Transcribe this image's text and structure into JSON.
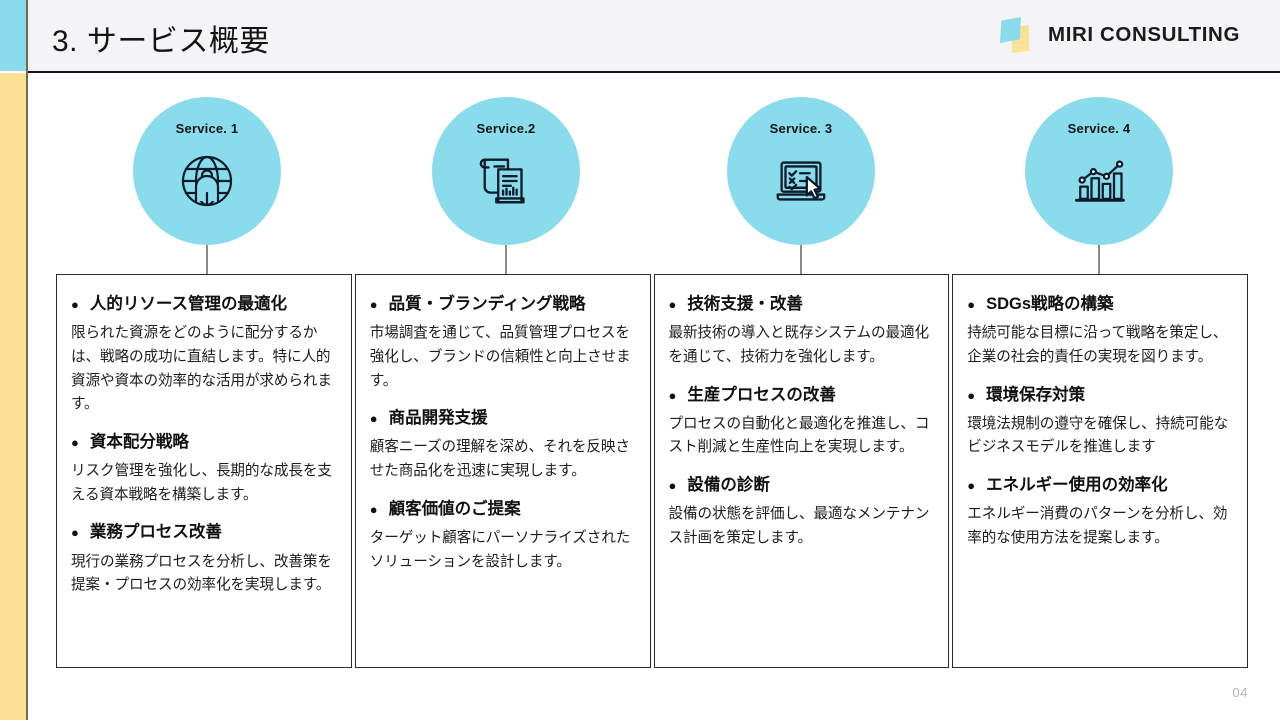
{
  "header": {
    "title": "3. サービス概要",
    "logo_text": "MIRI CONSULTING"
  },
  "colors": {
    "accent_cyan": "#8ADCEC",
    "accent_yellow": "#FBE196",
    "header_bg": "#f4f4f6",
    "text": "#141414",
    "page_number": "#b9b9bd"
  },
  "services": [
    {
      "label": "Service. 1",
      "icon": "globe-person-icon",
      "items": [
        {
          "heading": "人的リソース管理の最適化",
          "body": "限られた資源をどのように配分するかは、戦略の成功に直結します。特に人的資源や資本の効率的な活用が求められます。"
        },
        {
          "heading": "資本配分戦略",
          "body": "リスク管理を強化し、長期的な成長を支える資本戦略を構築します。"
        },
        {
          "heading": "業務プロセス改善",
          "body": "現行の業務プロセスを分析し、改善策を提案・プロセスの効率化を実現します。"
        }
      ]
    },
    {
      "label": "Service.2",
      "icon": "documents-report-icon",
      "items": [
        {
          "heading": "品質・ブランディング戦略",
          "body": "市場調査を通じて、品質管理プロセスを強化し、ブランドの信頼性と向上させます。"
        },
        {
          "heading": "商品開発支援",
          "body": "顧客ニーズの理解を深め、それを反映させた商品化を迅速に実現します。"
        },
        {
          "heading": "顧客価値のご提案",
          "body": "ターゲット顧客にパーソナライズされたソリューションを設計します。"
        }
      ]
    },
    {
      "label": "Service. 3",
      "icon": "laptop-checklist-cursor-icon",
      "items": [
        {
          "heading": "技術支援・改善",
          "body": "最新技術の導入と既存システムの最適化を通じて、技術力を強化します。"
        },
        {
          "heading": "生産プロセスの改善",
          "body": "プロセスの自動化と最適化を推進し、コスト削減と生産性向上を実現します。"
        },
        {
          "heading": "設備の診断",
          "body": "設備の状態を評価し、最適なメンテナンス計画を策定します。"
        }
      ]
    },
    {
      "label": "Service. 4",
      "icon": "bar-chart-trend-icon",
      "items": [
        {
          "heading": "SDGs戦略の構築",
          "body": "持続可能な目標に沿って戦略を策定し、企業の社会的責任の実現を図ります。"
        },
        {
          "heading": "環境保存対策",
          "body": "環境法規制の遵守を確保し、持続可能なビジネスモデルを推進します"
        },
        {
          "heading": "エネルギー使用の効率化",
          "body": "エネルギー消費のパターンを分析し、効率的な使用方法を提案します。"
        }
      ]
    }
  ],
  "footer": {
    "page_number": "04"
  }
}
